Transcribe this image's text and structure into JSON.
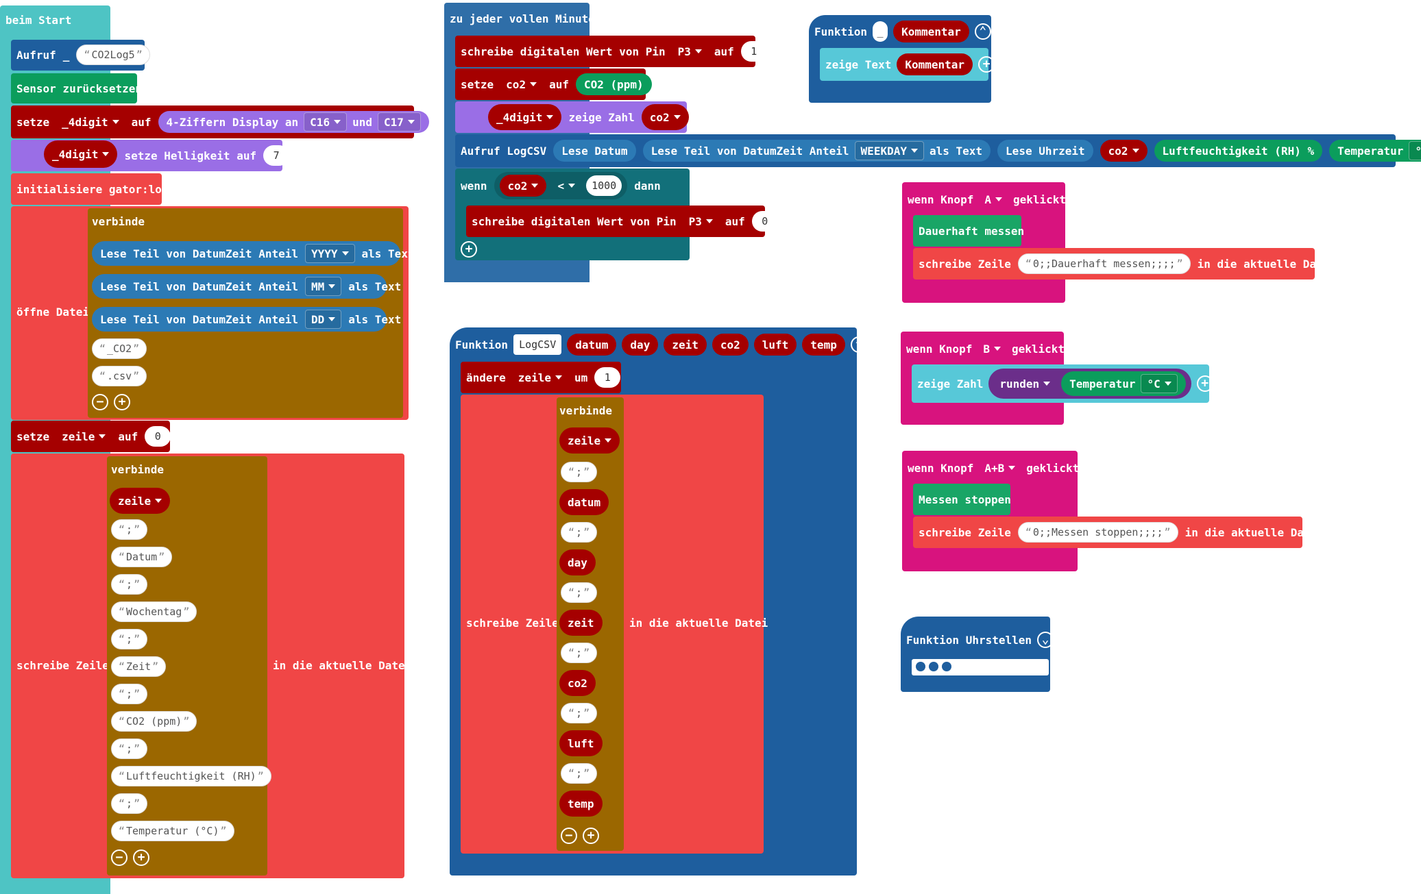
{
  "start": {
    "title": "beim Start",
    "call": {
      "label": "Aufruf",
      "blank": "_",
      "value": "CO2Log5"
    },
    "reset_sensor": "Sensor zurücksetzen",
    "set_4digit": {
      "setze": "setze",
      "var": "_4digit",
      "auf": "auf",
      "display": "4-Ziffern Display an",
      "pin1": "C16",
      "und": "und",
      "pin2": "C17"
    },
    "brightness": {
      "var": "_4digit",
      "label": "setze Helligkeit auf",
      "value": "7"
    },
    "init": "initialisiere gator:log",
    "open_file": {
      "label": "öffne Datei",
      "join": "verbinde",
      "parts": [
        {
          "label": "Lese Teil von DatumZeit Anteil",
          "field": "YYYY",
          "suffix": "als Text"
        },
        {
          "label": "Lese Teil von DatumZeit Anteil",
          "field": "MM",
          "suffix": "als Text"
        },
        {
          "label": "Lese Teil von DatumZeit Anteil",
          "field": "DD",
          "suffix": "als Text"
        }
      ],
      "strings": [
        "_CO2",
        ".csv"
      ]
    },
    "set_row": {
      "setze": "setze",
      "var": "zeile",
      "auf": "auf",
      "value": "0"
    },
    "write_row": {
      "label": "schreibe Zeile",
      "join": "verbinde",
      "var": "zeile",
      "items": [
        ";",
        "Datum",
        ";",
        "Wochentag",
        ";",
        "Zeit",
        ";",
        "CO2 (ppm)",
        ";",
        "Luftfeuchtigkeit (RH)",
        ";",
        "Temperatur (°C)"
      ],
      "suffix": "in die aktuelle Datei"
    }
  },
  "minute": {
    "title": "zu jeder vollen Minute",
    "write_pin": {
      "label": "schreibe digitalen Wert von Pin",
      "pin": "P3",
      "auf": "auf",
      "value": "1"
    },
    "set_co2": {
      "setze": "setze",
      "var": "co2",
      "auf": "auf",
      "value": "CO2 (ppm)"
    },
    "show_num": {
      "var": "_4digit",
      "label": "zeige Zahl",
      "value": "co2"
    },
    "call_logcsv": {
      "label": "Aufruf LogCSV",
      "date": "Lese Datum",
      "part": "Lese Teil von DatumZeit Anteil",
      "field": "WEEKDAY",
      "suffix": "als Text",
      "time": "Lese Uhrzeit",
      "co2": "co2",
      "humidity": "Luftfeuchtigkeit (RH) %",
      "temp": "Temperatur",
      "unit": "°C"
    },
    "if": {
      "wenn": "wenn",
      "var": "co2",
      "op": "<",
      "value": "1000",
      "dann": "dann",
      "write_pin": {
        "label": "schreibe digitalen Wert von Pin",
        "pin": "P3",
        "auf": "auf",
        "value": "0"
      }
    }
  },
  "func_comment": {
    "label": "Funktion",
    "blank": "_",
    "param": "Kommentar",
    "show_text": "zeige Text",
    "value": "Kommentar"
  },
  "func_logcsv": {
    "label": "Funktion",
    "name": "LogCSV",
    "params": [
      "datum",
      "day",
      "zeit",
      "co2",
      "luft",
      "temp"
    ],
    "change": {
      "label": "ändere",
      "var": "zeile",
      "um": "um",
      "value": "1"
    },
    "write": {
      "label": "schreibe Zeile",
      "join": "verbinde",
      "items": [
        "zeile",
        ";",
        "datum",
        ";",
        "day",
        ";",
        "zeit",
        ";",
        "co2",
        ";",
        "luft",
        ";",
        "temp"
      ],
      "suffix": "in die aktuelle Datei"
    }
  },
  "button_a": {
    "wenn": "wenn Knopf",
    "key": "A",
    "clicked": "geklickt",
    "measure": "Dauerhaft messen",
    "write": "schreibe Zeile",
    "value": "0;;Dauerhaft messen;;;;",
    "suffix": "in die aktuelle Datei"
  },
  "button_b": {
    "wenn": "wenn Knopf",
    "key": "B",
    "clicked": "geklickt",
    "show": "zeige Zahl",
    "round": "runden",
    "temp": "Temperatur",
    "unit": "°C"
  },
  "button_ab": {
    "wenn": "wenn Knopf",
    "key": "A+B",
    "clicked": "geklickt",
    "stop": "Messen stoppen",
    "write": "schreibe Zeile",
    "value": "0;;Messen stoppen;;;;",
    "suffix": "in die aktuelle Datei"
  },
  "func_clock": {
    "label": "Funktion Uhrstellen"
  }
}
